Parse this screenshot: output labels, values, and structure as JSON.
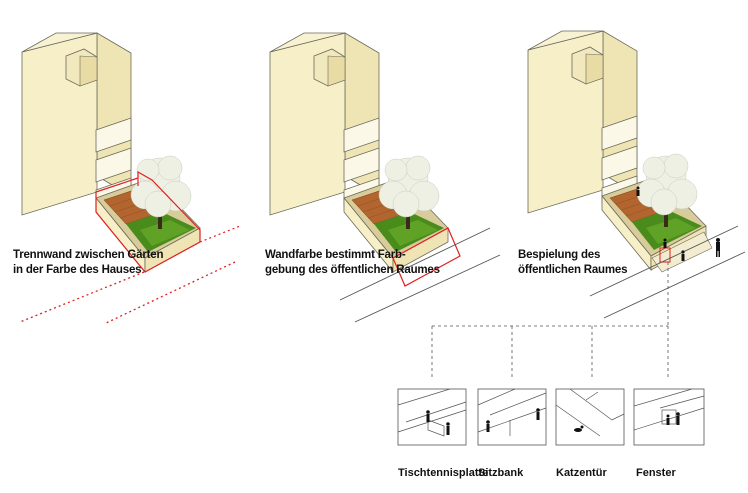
{
  "panels": [
    {
      "caption_line1": "Trennwand zwischen Gärten",
      "caption_line2": "in der Farbe des Hauses"
    },
    {
      "caption_line1": "Wandfarbe bestimmt Farb-",
      "caption_line2": "gebung des öffentlichen Raumes"
    },
    {
      "caption_line1": "Bespielung des",
      "caption_line2": "öffentlichen Raumes"
    }
  ],
  "details": [
    {
      "label": "Tischtennisplatte"
    },
    {
      "label": "Sitzbank"
    },
    {
      "label": "Katzentür"
    },
    {
      "label": "Fenster"
    }
  ],
  "colors": {
    "house_front": "#f6efc7",
    "house_side": "#efe5b4",
    "house_outline": "#6b6a5a",
    "accent_red": "#e02020",
    "deck_wood": "#b3652f",
    "lawn_green": "#4a8c1c",
    "tree_foliage": "#eef0e4",
    "street_line": "#555555"
  }
}
